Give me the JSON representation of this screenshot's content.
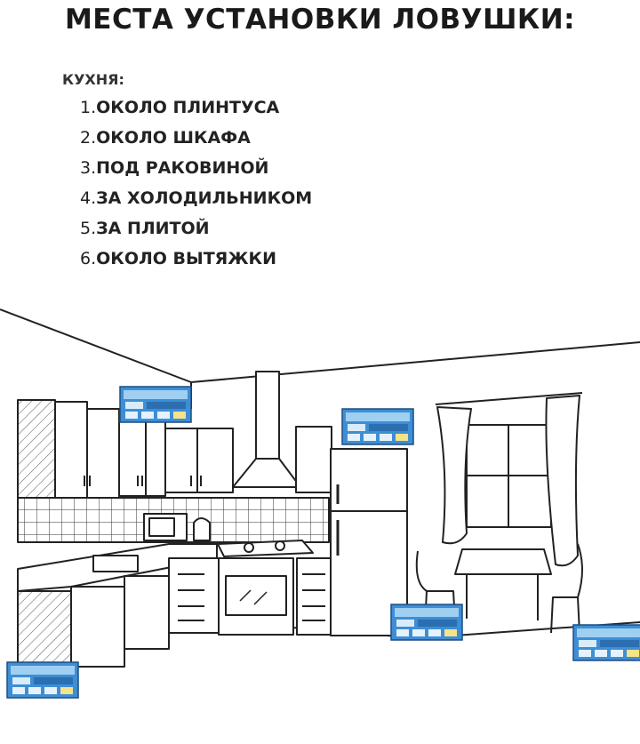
{
  "title": "МЕСТА УСТАНОВКИ ЛОВУШКИ:",
  "section": "КУХНЯ:",
  "items": [
    {
      "num": "1.",
      "text": "ОКОЛО ПЛИНТУСА"
    },
    {
      "num": "2.",
      "text": "ОКОЛО ШКАФА"
    },
    {
      "num": "3.",
      "text": "ПОД РАКОВИНОЙ"
    },
    {
      "num": "4.",
      "text": "ЗА ХОЛОДИЛЬНИКОМ"
    },
    {
      "num": "5.",
      "text": "ЗА ПЛИТОЙ"
    },
    {
      "num": "6.",
      "text": "ОКОЛО ВЫТЯЖКИ"
    }
  ],
  "colors": {
    "trap_blue": "#3e8ed6",
    "trap_light": "#9fd0f2",
    "line": "#222222",
    "text": "#1a1a1a"
  }
}
